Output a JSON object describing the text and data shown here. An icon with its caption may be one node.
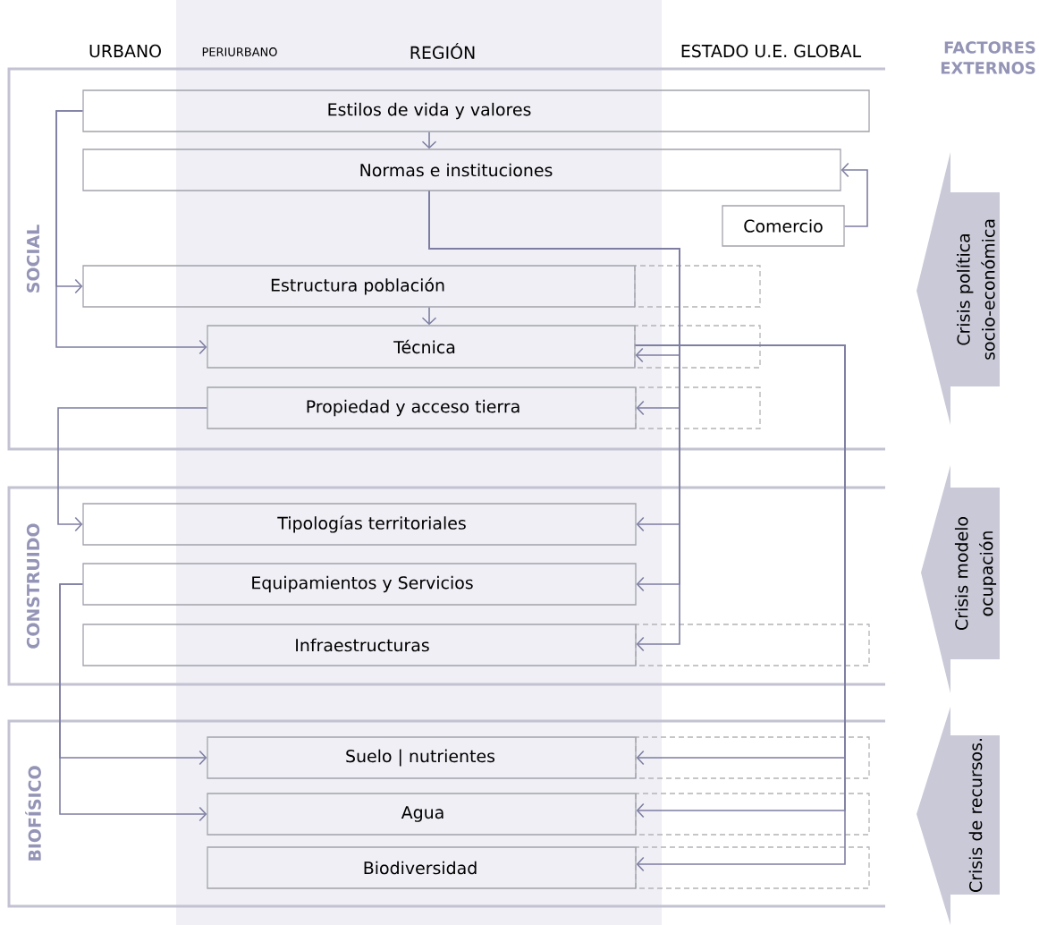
{
  "diagram": {
    "nodes": [
      {
        "text": [
          "SOCIAL"
        ]
      },
      {
        "text": [
          "Estilos de vida y valores"
        ],
        "in": 0
      },
      {
        "text": [
          "Normas e instituciones"
        ],
        "in": 0
      },
      {
        "text": [
          "Comercio"
        ],
        "in": 0
      },
      {
        "text": [
          "Estructura población"
        ],
        "in": 0
      },
      {
        "text": [
          "Técnica"
        ],
        "in": 0
      },
      {
        "text": [
          "Propiedad y acceso tierra"
        ],
        "in": 0
      },
      {
        "text": [
          "CONSTRUIDO"
        ]
      },
      {
        "text": [
          "Tipologías territoriales"
        ],
        "in": 7
      },
      {
        "text": [
          "Equipamientos y Servicios"
        ],
        "in": 7
      },
      {
        "text": [
          "Infraestructuras"
        ],
        "in": 7
      },
      {
        "text": [
          "BIOFÍSICO"
        ]
      },
      {
        "text": [
          "Suelo | nutrientes"
        ],
        "in": 11
      },
      {
        "text": [
          "Agua"
        ],
        "in": 11
      },
      {
        "text": [
          "Biodiversidad"
        ],
        "in": 11
      }
    ],
    "edges": [
      {
        "from": 1,
        "to": 2,
        "arrow": "to"
      },
      {
        "from": 1,
        "to": 4,
        "arrow": "to"
      },
      {
        "from": 1,
        "to": 5,
        "arrow": "to"
      },
      {
        "from": 3,
        "to": 2,
        "arrow": "to"
      },
      {
        "from": 2,
        "to": 5,
        "arrow": "to"
      },
      {
        "from": 2,
        "to": 6,
        "arrow": "to"
      },
      {
        "from": 2,
        "to": 8,
        "arrow": "to"
      },
      {
        "from": 2,
        "to": 9,
        "arrow": "to"
      },
      {
        "from": 2,
        "to": 10,
        "arrow": "to"
      },
      {
        "from": 4,
        "to": 5,
        "arrow": "to"
      },
      {
        "from": 6,
        "to": 8,
        "arrow": "to"
      },
      {
        "from": 9,
        "to": 12,
        "arrow": "to"
      },
      {
        "from": 9,
        "to": 13,
        "arrow": "to"
      },
      {
        "from": 5,
        "to": 12,
        "arrow": "to"
      },
      {
        "from": 5,
        "to": 13,
        "arrow": "to"
      },
      {
        "from": 5,
        "to": 14,
        "arrow": "to"
      }
    ],
    "labels": [
      "URBANO",
      "PERIURBANO",
      "REGIÓN",
      "ESTADO U.E. GLOBAL",
      "FACTORES EXTERNOS",
      "Crisis política socio-económica",
      "Crisis modelo ocupación",
      "Crisis de recursos."
    ]
  }
}
